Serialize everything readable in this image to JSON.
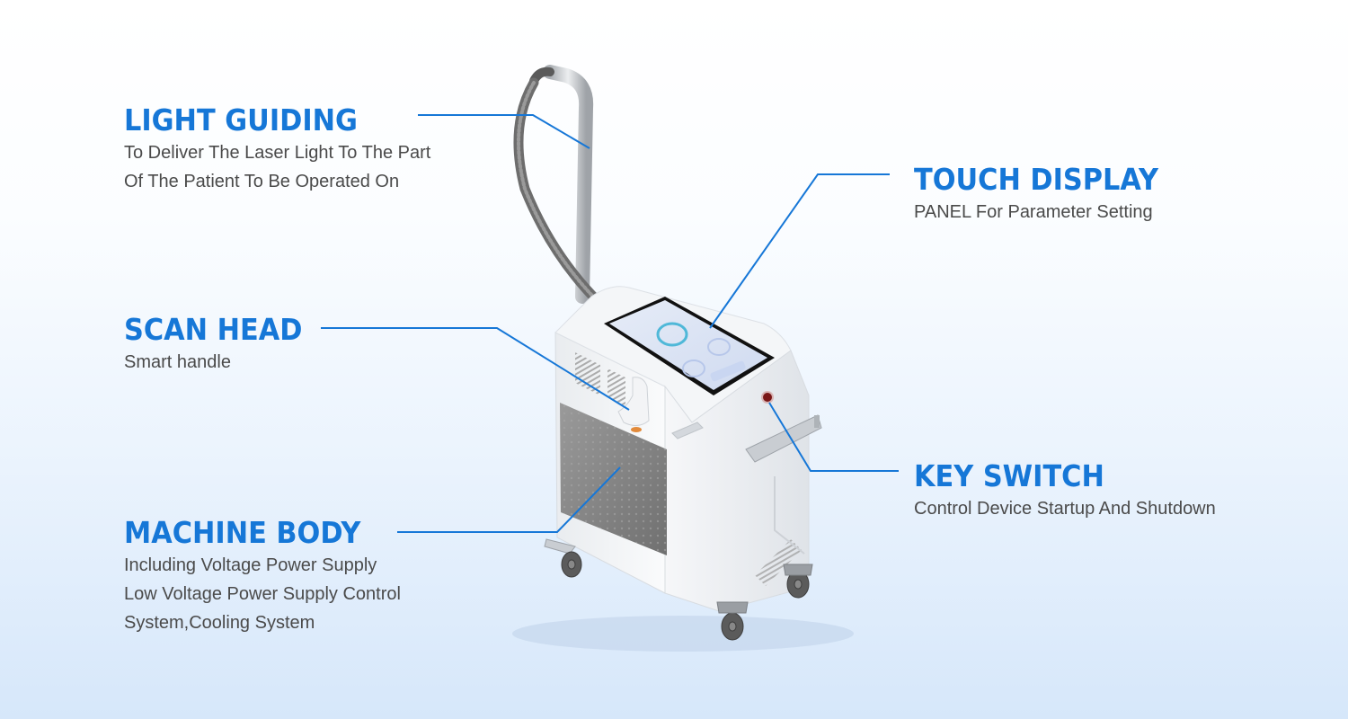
{
  "colors": {
    "accent": "#1677d7",
    "body_text": "#4a4a4a",
    "background_top": "#ffffff",
    "background_bottom": "#d6e7fa"
  },
  "callouts": {
    "light_guiding": {
      "title": "LIGHT GUIDING",
      "lines": [
        "To Deliver The Laser Light To The Part",
        "Of The Patient To Be Operated On"
      ]
    },
    "touch_display": {
      "title": "TOUCH DISPLAY",
      "lines": [
        "PANEL For Parameter Setting"
      ]
    },
    "scan_head": {
      "title": "SCAN HEAD",
      "lines": [
        "Smart handle"
      ]
    },
    "key_switch": {
      "title": "KEY SWITCH",
      "lines": [
        "Control Device Startup And Shutdown"
      ]
    },
    "machine_body": {
      "title": "MACHINE BODY",
      "lines": [
        "Including Voltage Power Supply",
        "Low Voltage Power Supply Control",
        "System,Cooling System"
      ]
    }
  },
  "illustration": {
    "subject": "laser-device-on-wheeled-cart",
    "parts": [
      "light-guide-arm",
      "fiber-cable",
      "touch-display",
      "scan-head-handpiece",
      "key-switch",
      "machine-body",
      "caster-wheels",
      "side-handle"
    ]
  }
}
